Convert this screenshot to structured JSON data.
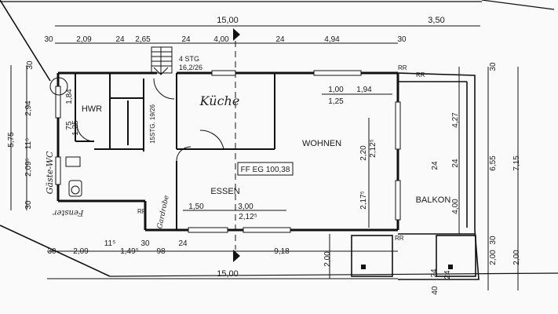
{
  "plan": {
    "level_label": "FF EG 100,38",
    "rooms": {
      "kueche": "Küche",
      "wohnen": "WOHNEN",
      "essen": "ESSEN",
      "hwr": "HWR",
      "balkon": "BALKON",
      "gaeste_wc": "Gäste-WC"
    },
    "annotations": {
      "fenster": "Fenster",
      "gardrobe": "Gardrobe",
      "stg_top_1": "4 STG",
      "stg_top_2": "16,2/26",
      "stg_inner": "15STG. 19/26",
      "rr_1": "RR",
      "rr_2": "RR",
      "rr_3": "RR",
      "rr_4": "RR"
    },
    "dims_top": {
      "overall": "15,00",
      "balcony": "3,50",
      "d1": "30",
      "d2": "2,09",
      "d3": "24",
      "d4": "2,65",
      "d5": "24",
      "d6": "4,00",
      "d7": "24",
      "d8": "4,94",
      "d9": "30"
    },
    "dims_bottom": {
      "overall": "15,00",
      "d1": "30",
      "d2": "2,09",
      "d3": "11⁵",
      "d4": "1,49⁵",
      "d5": "30",
      "d6": "98",
      "d7": "24",
      "d8": "9,18",
      "d9": "2,00",
      "d10": "24"
    },
    "dims_left": {
      "d1": "30",
      "d2": "1,84",
      "d3": "2,94",
      "d4": "75",
      "d5": "1,25",
      "d6": "11⁵",
      "d7": "5,75",
      "d8": "2,09⁵",
      "d9": "30"
    },
    "dims_right": {
      "d1": "30",
      "d2": "4,27",
      "d3": "24",
      "d4": "6,55",
      "d5": "7,15",
      "d6": "4,00",
      "d7": "30",
      "d8": "2,00",
      "d9": "2,00",
      "d10": "40",
      "d11": "24"
    },
    "dims_inner": {
      "w1": "1,00",
      "w2": "1,94",
      "w3": "1,25",
      "h1": "2,20",
      "h2": "2,12⁵",
      "h3": "2,17⁵",
      "e1": "1,50",
      "e2": "3,00",
      "e3": "2,12⁵",
      "e4": "24"
    }
  }
}
